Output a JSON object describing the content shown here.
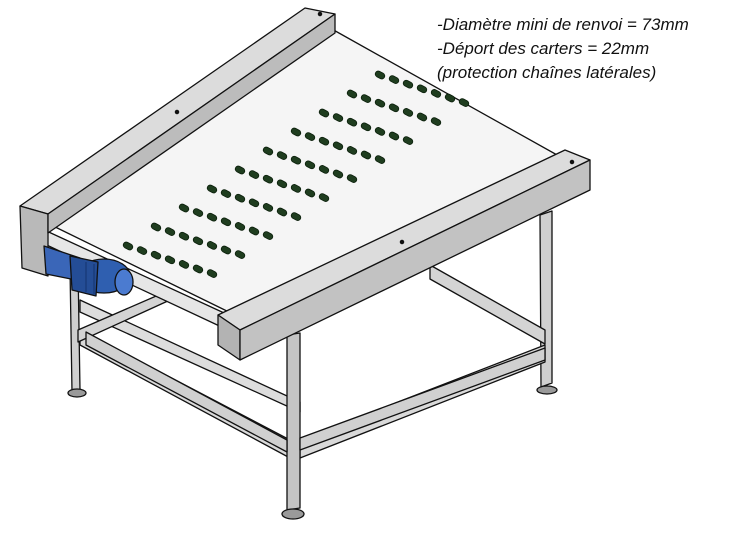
{
  "annotations": [
    "-Diamètre mini de renvoi = 73mm",
    "-Déport des carters = 22mm",
    "(protection chaînes latérales)"
  ],
  "colors": {
    "frame_steel": "#c9c9c9",
    "frame_dark": "#8f8f8f",
    "belt": "#f4f4f4",
    "cleat": "#1f3d1f",
    "motor": "#2f5fb0",
    "outline": "#111111"
  },
  "cleat_rows": [
    {
      "count": 7
    },
    {
      "count": 7
    },
    {
      "count": 7
    },
    {
      "count": 7
    },
    {
      "count": 7
    },
    {
      "count": 7
    },
    {
      "count": 7
    },
    {
      "count": 7
    },
    {
      "count": 7
    },
    {
      "count": 7
    }
  ],
  "icons": [
    "conveyor-frame",
    "drive-motor",
    "leveling-foot"
  ]
}
